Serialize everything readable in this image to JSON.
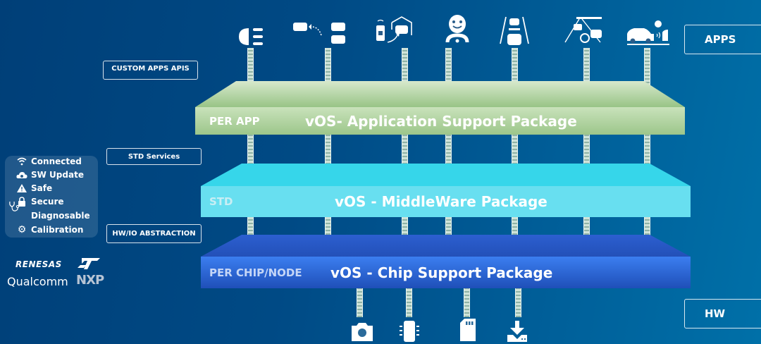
{
  "side_labels": {
    "apps": "APPS",
    "hw": "HW",
    "custom_apps_apis": "CUSTOM APPS APIS",
    "std_services": "STD Services",
    "hw_io_abstraction": "HW/IO ABSTRACTION"
  },
  "layers": [
    {
      "tag": "PER APP",
      "title": "vOS- Application Support Package",
      "color": "#a8cc96"
    },
    {
      "tag": "STD",
      "title": "vOS - MiddleWare Package",
      "color": "#63dbe9"
    },
    {
      "tag": "PER CHIP/NODE",
      "title": "vOS - Chip Support Package",
      "color": "#2f6ce0"
    }
  ],
  "app_icons": [
    "headlight-icon",
    "lane-change-icon",
    "remote-parking-icon",
    "driver-monitor-icon",
    "lane-assist-icon",
    "traffic-sign-icon",
    "v2v-connectivity-icon"
  ],
  "hw_icons": [
    "camera-icon",
    "chip-icon",
    "sd-card-icon",
    "download-icon"
  ],
  "features": [
    {
      "icon": "wifi-icon",
      "label": "Connected"
    },
    {
      "icon": "cloud-update-icon",
      "label": "SW Update"
    },
    {
      "icon": "warning-icon",
      "label": "Safe"
    },
    {
      "icon": "lock-icon",
      "label": "Secure"
    },
    {
      "icon": "stethoscope-icon",
      "label": "Diagnosable"
    },
    {
      "icon": "gear-icon",
      "label": "Calibration"
    }
  ],
  "partner_logos": [
    "RENESAS",
    "ST",
    "Qualcomm",
    "NXP"
  ]
}
